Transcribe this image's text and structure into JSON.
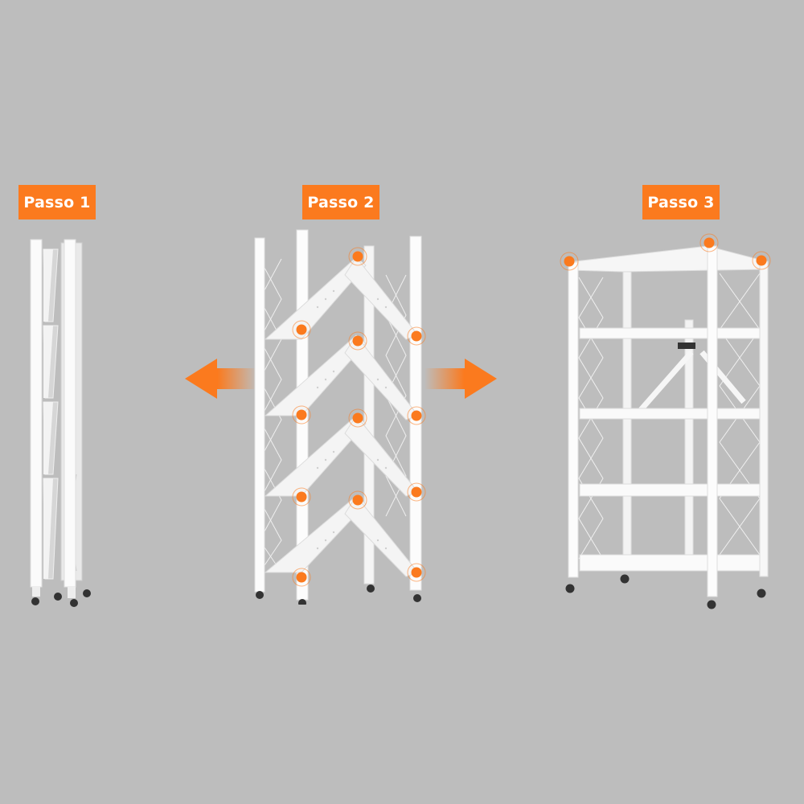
{
  "colors": {
    "background": "#bdbdbd",
    "accent": "#fb7a1e",
    "label_text": "#ffffff",
    "shelf": "#f7f7f7"
  },
  "steps": [
    {
      "label": "Passo 1",
      "state": "folded"
    },
    {
      "label": "Passo 2",
      "state": "unfolding"
    },
    {
      "label": "Passo 3",
      "state": "unfolded"
    }
  ],
  "arrows": [
    {
      "direction": "left",
      "icon": "arrow-left-icon"
    },
    {
      "direction": "right",
      "icon": "arrow-right-icon"
    }
  ],
  "hotspot_icon": "pulse-dot-icon"
}
